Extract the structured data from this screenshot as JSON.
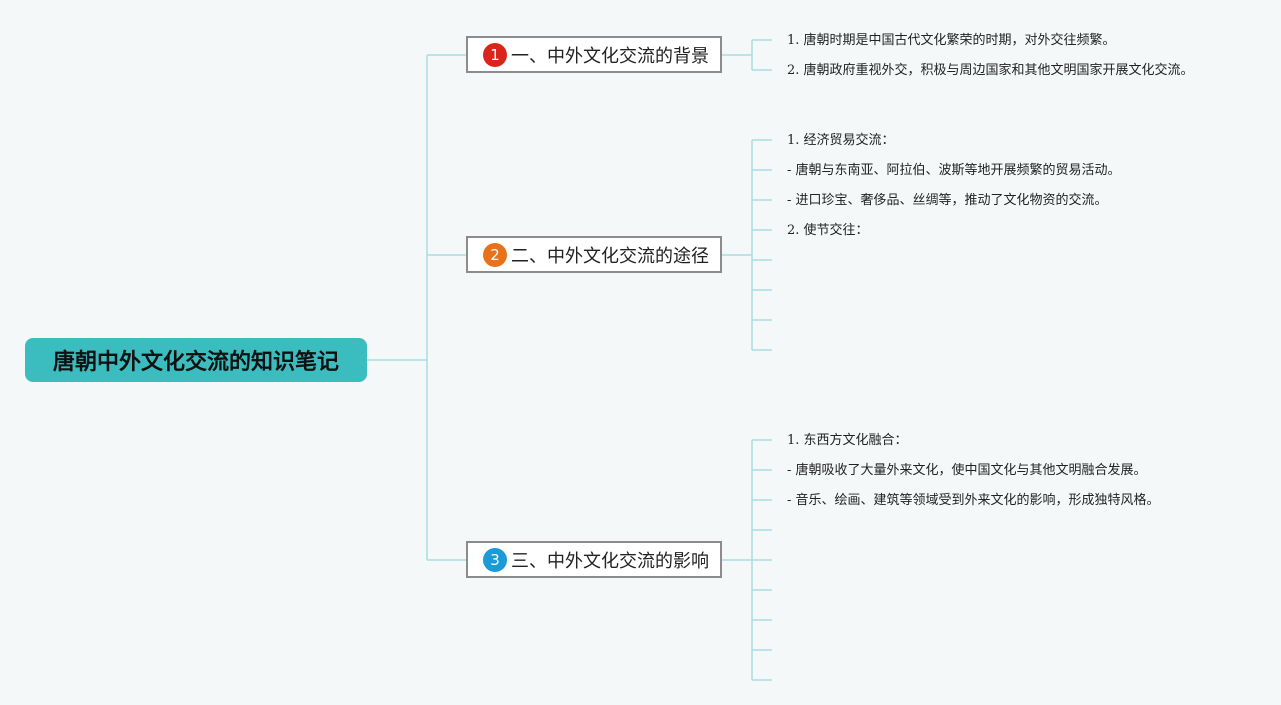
{
  "root": {
    "title": "唐朝中外文化交流的知识笔记"
  },
  "branches": [
    {
      "badge": "1",
      "badge_color": "#d9261c",
      "label": "一、中外文化交流的背景",
      "leaves": [
        "1. 唐朝时期是中国古代文化繁荣的时期，对外交往频繁。",
        "2. 唐朝政府重视外交，积极与周边国家和其他文明国家开展文化交流。"
      ]
    },
    {
      "badge": "2",
      "badge_color": "#e8721c",
      "label": "二、中外文化交流的途径",
      "leaves": [
        "1. 经济贸易交流：",
        "- 唐朝与东南亚、阿拉伯、波斯等地开展频繁的贸易活动。",
        "- 进口珍宝、奢侈品、丝绸等，推动了文化物资的交流。",
        "2. 使节交往：",
        "",
        "",
        "",
        ""
      ]
    },
    {
      "badge": "3",
      "badge_color": "#1a9ad6",
      "label": "三、中外文化交流的影响",
      "leaves": [
        "1. 东西方文化融合：",
        "- 唐朝吸收了大量外来文化，使中国文化与其他文明融合发展。",
        "- 音乐、绘画、建筑等领域受到外来文化的影响，形成独特风格。",
        "",
        "",
        "",
        "",
        "",
        ""
      ]
    }
  ],
  "colors": {
    "connector": "#a9dde0",
    "root_fill": "#3bbcbf",
    "background": "#f4f8f9"
  }
}
